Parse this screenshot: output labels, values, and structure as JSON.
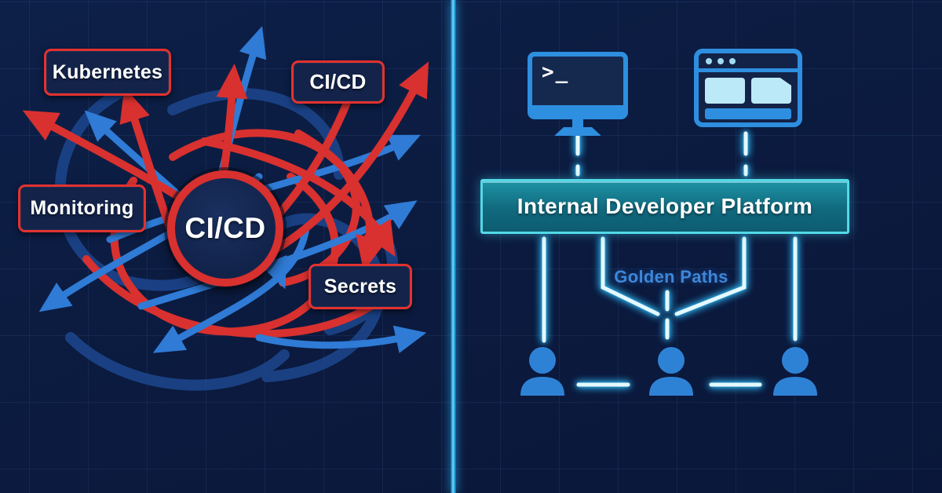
{
  "meta": {
    "background_color": "#0b1a3e",
    "grid_color": "#5a82c8",
    "divider_color": "#6fdcff"
  },
  "left_panel": {
    "description": "tangled-chaos-side",
    "center_node": {
      "label": "CI/CD"
    },
    "labels": [
      {
        "id": "kubernetes",
        "text": "Kubernetes"
      },
      {
        "id": "cicd",
        "text": "CI/CD"
      },
      {
        "id": "monitoring",
        "text": "Monitoring"
      },
      {
        "id": "secrets",
        "text": "Secrets"
      }
    ],
    "colors": {
      "arrow_red": "#d8312f",
      "arrow_blue": "#2f7bd6",
      "arrow_blue_dark": "#1d478f",
      "box_border": "#e23230",
      "box_fill": "#13234a"
    }
  },
  "right_panel": {
    "description": "internal-developer-platform-side",
    "terminal_icon": {
      "prompt_glyph": ">_"
    },
    "banner": {
      "text": "Internal Developer Platform",
      "fill_top": "#1d93a4",
      "fill_bottom": "#0d5c70",
      "border_color": "#52d9e8"
    },
    "golden_paths": {
      "text": "Golden Paths",
      "color": "#3e86d8"
    },
    "user_count": 3,
    "colors": {
      "icon_blue": "#2e8fe0",
      "icon_screen": "#15294f",
      "panel_light": "#bce9f8",
      "glow_line": "#e4f9ff",
      "user_blue": "#2e82d6"
    }
  }
}
